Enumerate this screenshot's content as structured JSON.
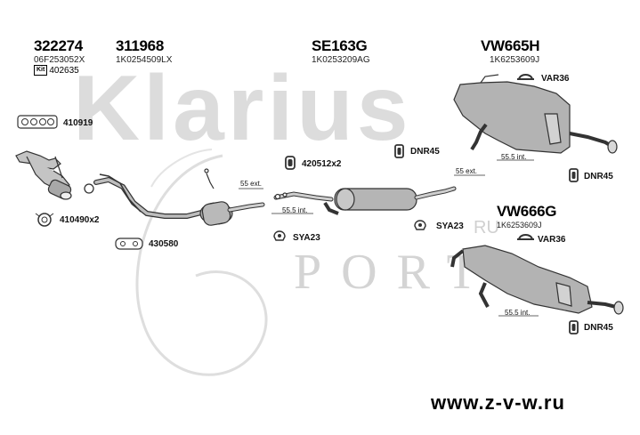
{
  "watermark": {
    "brand": "Klarius",
    "port": "PORT",
    "ru": "RU"
  },
  "groups": [
    {
      "part": "322274",
      "oem": "06F253052X",
      "kit_icon": "Kit",
      "kit": "402635"
    },
    {
      "part": "311968",
      "oem": "1K0254509LX"
    },
    {
      "part": "SE163G",
      "oem": "1K0253209AG"
    },
    {
      "part": "VW665H",
      "oem": "1K6253609J"
    },
    {
      "part": "VW666G",
      "oem": "1K6253609J"
    }
  ],
  "labels": {
    "gasket_410919": "410919",
    "gasket_410490": "410490x2",
    "gasket_430580": "430580",
    "rubber_420512": "420512x2",
    "clamp_sya23_left": "SYA23",
    "clamp_sya23_right": "SYA23",
    "dnr45_top_left": "DNR45",
    "dnr45_top_right": "DNR45",
    "dnr45_bottom": "DNR45",
    "var36_top": "VAR36",
    "var36_bottom": "VAR36"
  },
  "measurements": {
    "m1": "55 ext.",
    "m2": "55.5 int.",
    "m3": "55 ext.",
    "m4": "55.5 int.",
    "m5": "55.5 int."
  },
  "footer": {
    "site": "www.z-v-w.ru"
  },
  "colors": {
    "part_stroke": "#333333",
    "part_fill": "#b8b8b8",
    "watermark": "#dcdcdc"
  }
}
